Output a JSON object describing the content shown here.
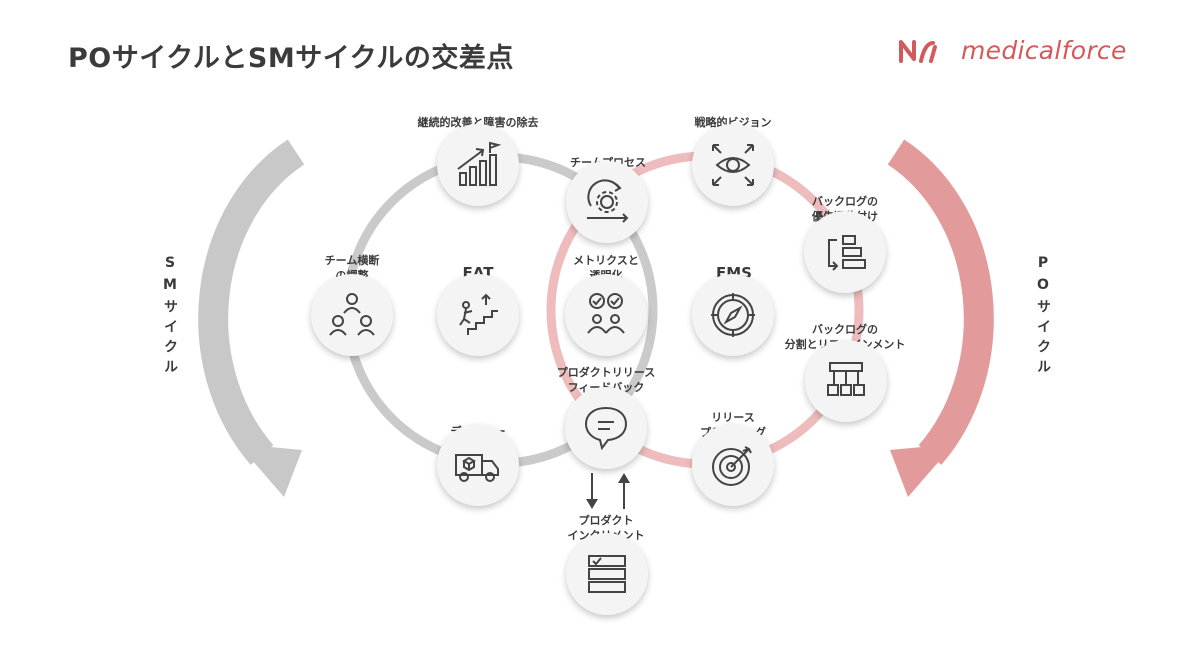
{
  "title": "POサイクルとSMサイクルの交差点",
  "logo": {
    "text": "medicalforce",
    "color": "#d35a5a"
  },
  "cycles": {
    "sm": {
      "label": "SMサイクル",
      "color": "#c8c8c8",
      "center": "EAT"
    },
    "po": {
      "label": "POサイクル",
      "color": "#e39a9a",
      "center": "EMS"
    }
  },
  "nodes": {
    "kaizen": {
      "label": "継続的改善と障害の除去",
      "icon": "growth-chart-icon"
    },
    "team_process": {
      "label": "チームプロセス",
      "icon": "gear-cycle-icon"
    },
    "vision": {
      "label": "戦略的ビジョン",
      "icon": "eye-icon"
    },
    "backlog_priority": {
      "label": "バックログの\n優先順位付け",
      "icon": "priority-blocks-icon"
    },
    "team_adjust": {
      "label": "チーム横断\nの調整",
      "icon": "team-icon"
    },
    "eat_icon": {
      "label": "",
      "icon": "stairs-climber-icon"
    },
    "metrics": {
      "label": "メトリクスと\n透明化",
      "icon": "people-check-icon"
    },
    "ems_icon": {
      "label": "",
      "icon": "compass-icon"
    },
    "backlog_refine": {
      "label": "バックログの\n分割とリファインメント",
      "icon": "hierarchy-icon"
    },
    "feedback": {
      "label": "プロダクトリリース\nフィードバック",
      "icon": "chat-bubble-icon"
    },
    "delivery": {
      "label": "デリバリー",
      "icon": "delivery-truck-icon"
    },
    "release": {
      "label": "リリース\nプランニング",
      "icon": "target-icon"
    },
    "increment": {
      "label": "プロダクト\nインクリメント",
      "icon": "checklist-icon"
    }
  }
}
